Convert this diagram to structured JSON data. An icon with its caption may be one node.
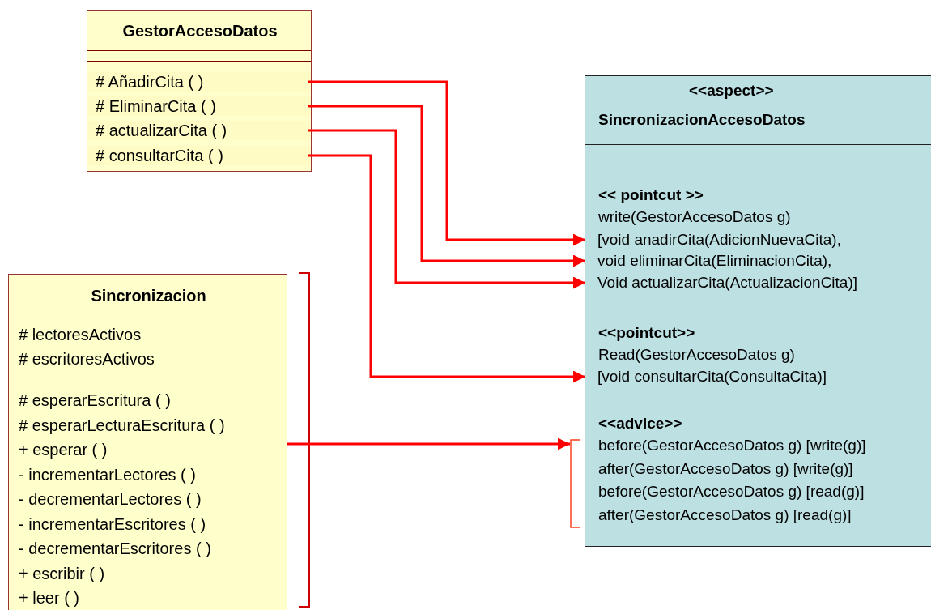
{
  "diagram": {
    "nodes": [
      {
        "text": [
          "GestorAccesoDatos"
        ]
      },
      {
        "text": [
          "# AñadirCita ( )"
        ],
        "in": 0
      },
      {
        "text": [
          "# EliminarCita ( )"
        ],
        "in": 0
      },
      {
        "text": [
          "# actualizarCita ( )"
        ],
        "in": 0
      },
      {
        "text": [
          "# consultarCita ( )"
        ],
        "in": 0
      },
      {
        "text": [
          "<<aspect>>",
          "SincronizacionAccesoDatos",
          "<< pointcut >>",
          "write(GestorAccesoDatos g)",
          "<<pointcut>>",
          "Read(GestorAccesoDatos g)",
          "<<advice>>"
        ]
      },
      {
        "text": [
          "[void  anadirCita(AdicionNuevaCita),"
        ],
        "in": 5
      },
      {
        "text": [
          "void eliminarCita(EliminacionCita),"
        ],
        "in": 5
      },
      {
        "text": [
          "Void actualizarCita(ActualizacionCita)]"
        ],
        "in": 5
      },
      {
        "text": [
          "[void consultarCita(ConsultaCita)]"
        ],
        "in": 5
      },
      {
        "text": [
          "before(GestorAccesoDatos g) [write(g)]",
          "after(GestorAccesoDatos g) [write(g)]",
          "before(GestorAccesoDatos g) [read(g)]",
          "after(GestorAccesoDatos g) [read(g)]"
        ],
        "in": 5
      },
      {
        "text": [
          "Sincronizacion",
          "# lectoresActivos",
          "# escritoresActivos",
          "# esperarEscritura ( )",
          "# esperarLecturaEscritura ( )",
          "+ esperar ( )",
          "- incrementarLectores ( )",
          "- decrementarLectores ( )",
          "- incrementarEscritores ( )",
          "- decrementarEscritores ( )",
          "+ escribir ( )",
          "+ leer ( )"
        ]
      }
    ],
    "edges": [
      {
        "from": 1,
        "to": 6,
        "arrow": "to"
      },
      {
        "from": 2,
        "to": 7,
        "arrow": "to"
      },
      {
        "from": 3,
        "to": 8,
        "arrow": "to"
      },
      {
        "from": 4,
        "to": 9,
        "arrow": "to"
      },
      {
        "from": 11,
        "to": 10,
        "arrow": "to"
      }
    ]
  }
}
